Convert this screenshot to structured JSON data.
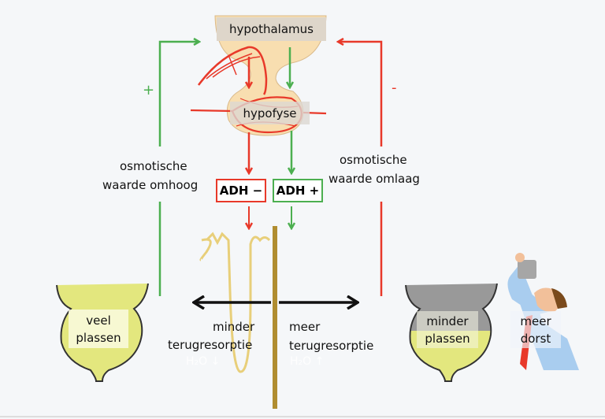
{
  "labels": {
    "hypothalamus": "hypothalamus",
    "hypofyse": "hypofyse",
    "plus": "+",
    "minus": "-",
    "osm_up_1": "osmotische",
    "osm_up_2": "waarde  omhoog",
    "osm_down_1": "osmotische",
    "osm_down_2": "waarde omlaag",
    "adh_minus": "ADH −",
    "adh_plus": "ADH +",
    "less_resorption_1": "minder",
    "less_resorption_2": "terugresorptie",
    "more_resorption_1": "meer",
    "more_resorption_2": "terugresorptie",
    "h2o_down": "H₂O ↓",
    "h2o_up": "H₂O ↑",
    "veel_plassen_1": "veel",
    "veel_plassen_2": "plassen",
    "minder_plassen_1": "minder",
    "minder_plassen_2": "plassen",
    "meer_dorst_1": "meer",
    "meer_dorst_2": "dorst"
  },
  "colors": {
    "green": "#4caf50",
    "red": "#e8392a",
    "tubule": "#b08d30",
    "bladder": "#e3e77e",
    "gland": "#f8deb0"
  }
}
